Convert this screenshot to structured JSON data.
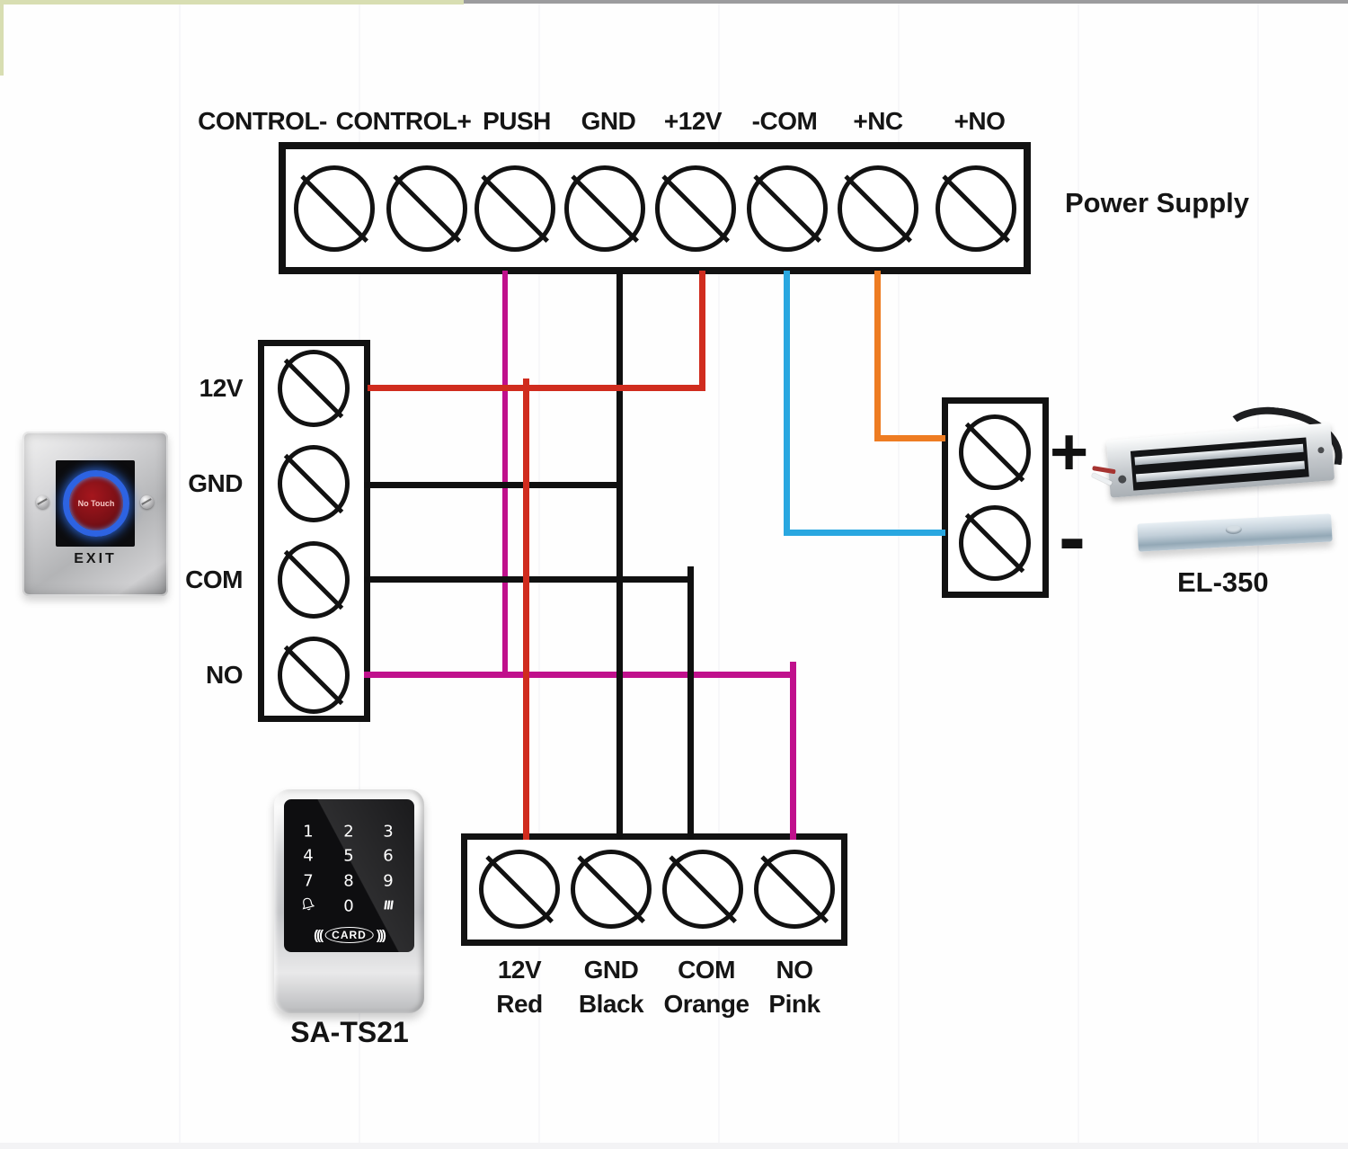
{
  "title_labels": {
    "power_supply": "Power Supply",
    "lock_model": "EL-350",
    "keypad_model": "SA-TS21"
  },
  "power_block": {
    "terminals": [
      "CONTROL-",
      "CONTROL+",
      "PUSH",
      "GND",
      "+12V",
      "-COM",
      "+NC",
      "+NO"
    ]
  },
  "exit_button_block": {
    "terminals": [
      "12V",
      "GND",
      "COM",
      "NO"
    ]
  },
  "keypad_block": {
    "terminals": [
      {
        "name": "12V",
        "wire": "Red"
      },
      {
        "name": "GND",
        "wire": "Black"
      },
      {
        "name": "COM",
        "wire": "Orange"
      },
      {
        "name": "NO",
        "wire": "Pink"
      }
    ]
  },
  "lock_block": {
    "positive": "+",
    "negative": "-"
  },
  "exit_button": {
    "touch_text": "No Touch",
    "label": "EXIT"
  },
  "keypad": {
    "keys": [
      "1",
      "2",
      "3",
      "4",
      "5",
      "6",
      "7",
      "8",
      "9",
      "0"
    ],
    "card_text": "CARD"
  },
  "wire_colors": {
    "red": "#d02c1e",
    "black": "#101010",
    "pink": "#c0108c",
    "blue": "#29a7e0",
    "orange": "#ee7c22"
  }
}
